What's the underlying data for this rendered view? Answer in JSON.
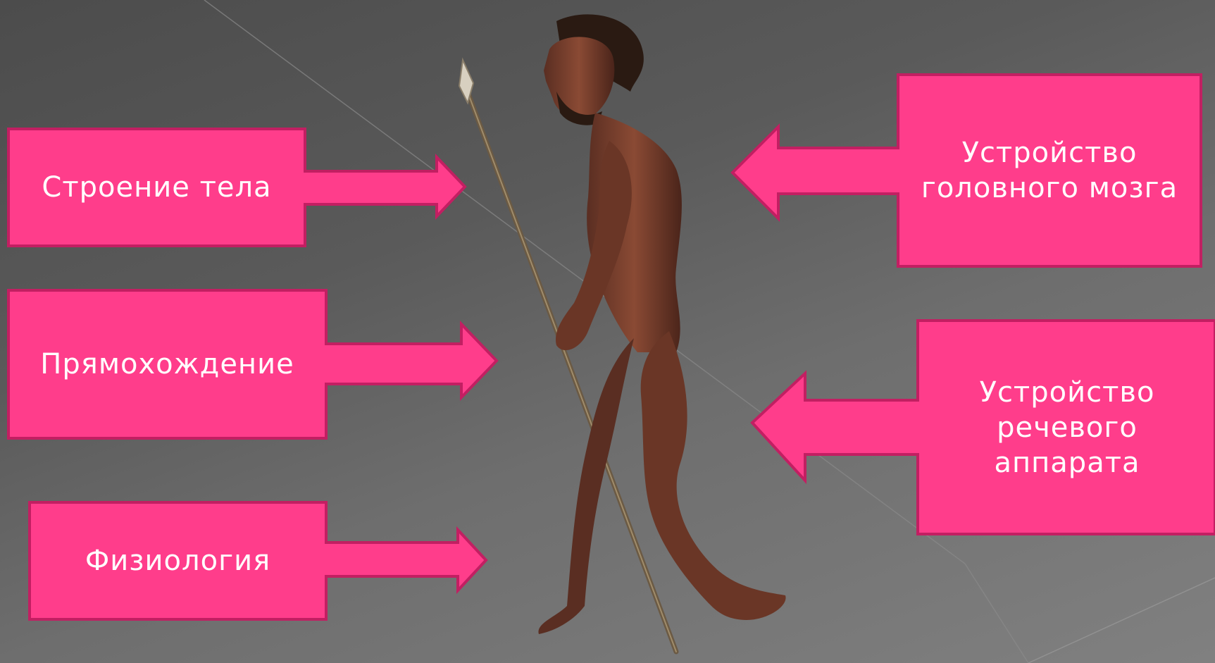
{
  "slide": {
    "accent_color": "#ff3d8b",
    "border_color": "#c21f62",
    "background_colors": [
      "#4c4c4c",
      "#808080"
    ]
  },
  "callouts": {
    "body_structure": "Строение тела",
    "upright_walking": "Прямохождение",
    "physiology": "Физиология",
    "brain": "Устройство головного мозга",
    "speech": "Устройство речевого аппарата"
  },
  "figure": {
    "icon": "early-human-with-spear"
  }
}
